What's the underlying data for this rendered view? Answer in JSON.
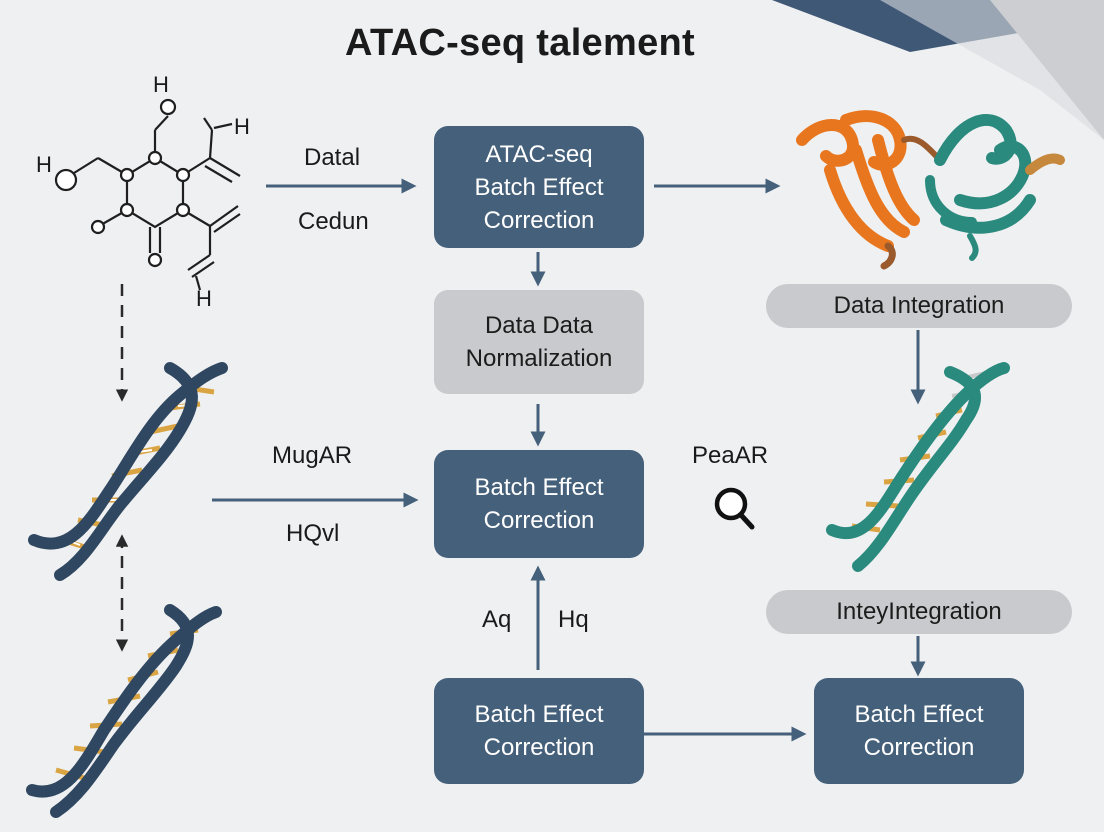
{
  "colors": {
    "box_dark": "#45607a",
    "box_light": "#c8cacd",
    "arrow": "#45607a",
    "helix_dark": "#2f4760",
    "helix_teal": "#2a8a7e",
    "ribbon_orange": "#e8761e",
    "ribbon_teal": "#2a8a7e",
    "base_gold": "#d9a441"
  },
  "diagram": {
    "title": "ATAC-seq talement",
    "boxes": {
      "top_center": "ATAC-seq\nBatch Effect\nCorrection",
      "normalization": "Data Data\nNormalization",
      "middle_center": "Batch Effect\nCorrection",
      "bottom_center": "Batch Effect\nCorrection",
      "bottom_right": "Batch Effect\nCorrection"
    },
    "pills": {
      "data_integration": "Data Integration",
      "integration_2": "InteyIntegration"
    },
    "labels": {
      "datal": "Datal",
      "cedun": "Cedun",
      "mugar": "MugAR",
      "hqvl": "HQvl",
      "peaar": "PeaAR",
      "aq": "Aq",
      "hq": "Hq"
    },
    "molecule_atoms": [
      "H",
      "H",
      "H",
      "H"
    ],
    "icons": [
      "molecule-icon",
      "dna-helix-icon",
      "protein-ribbon-icon",
      "magnifier-icon"
    ]
  }
}
